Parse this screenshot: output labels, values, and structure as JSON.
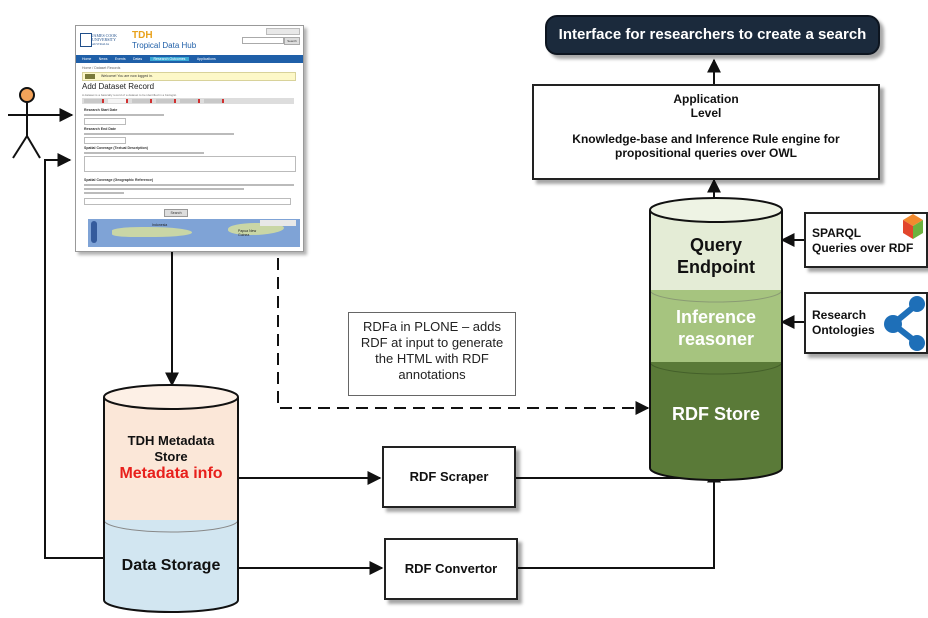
{
  "screenshot": {
    "logo_line1": "JAMES COOK",
    "logo_line2": "UNIVERSITY",
    "logo_line3": "AUSTRALIA",
    "site_abbr": "TDH",
    "site_name": "Tropical Data Hub",
    "nav": [
      "Home",
      "News",
      "Events",
      "Datas",
      "Research Outcomes",
      "Applications"
    ],
    "breadcrumb": "Home / Dataset Records",
    "alert": "Welcome! You are now logged in.",
    "heading": "Add Dataset Record",
    "subtitle": "A dataset is a basically record of a dataset to be identified in a biologist.",
    "tabs": [
      "Overview",
      "Coverage",
      "Data Location",
      "Descriptions",
      "Research",
      "Project Info"
    ],
    "field_labels": [
      "Research Start Date",
      "Research End Date",
      "Spatial Coverage (Textual Description)",
      "Spatial Coverage (Geographic Reference)"
    ],
    "map_label_1": "Indonesia",
    "map_label_2": "Papua New Guinea",
    "search_btn": "Search"
  },
  "boxes": {
    "interface": "Interface for researchers to create a search",
    "app_level_1": "Application",
    "app_level_2": "Level",
    "kb_1": "Knowledge-base and Inference Rule engine for",
    "kb_2": "propositional queries over OWL",
    "rdfa_1": "RDFa in PLONE – adds",
    "rdfa_2": "RDF at input to generate",
    "rdfa_3": "the HTML with RDF",
    "rdfa_4": "annotations",
    "scraper": "RDF Scraper",
    "convertor": "RDF Convertor",
    "sparql_1": "SPARQL",
    "sparql_2": "Queries over RDF",
    "ontologies_1": "Research",
    "ontologies_2": "Ontologies"
  },
  "tdh_store": {
    "title_1": "TDH Metadata",
    "title_2": "Store",
    "metadata": "Metadata info",
    "data_storage": "Data Storage"
  },
  "rdf_stack": {
    "query_1": "Query",
    "query_2": "Endpoint",
    "inference_1": "Inference",
    "inference_2": "reasoner",
    "store": "RDF Store"
  },
  "colors": {
    "interface_bg": "#1b2a3c",
    "query_fill": "#e4ecd6",
    "inference_fill": "#a6c47f",
    "store_fill": "#5a7a38",
    "metadata_fill": "#fbe7d8",
    "datastorage_fill": "#d2e6f1",
    "metadata_text": "#e8201c"
  }
}
